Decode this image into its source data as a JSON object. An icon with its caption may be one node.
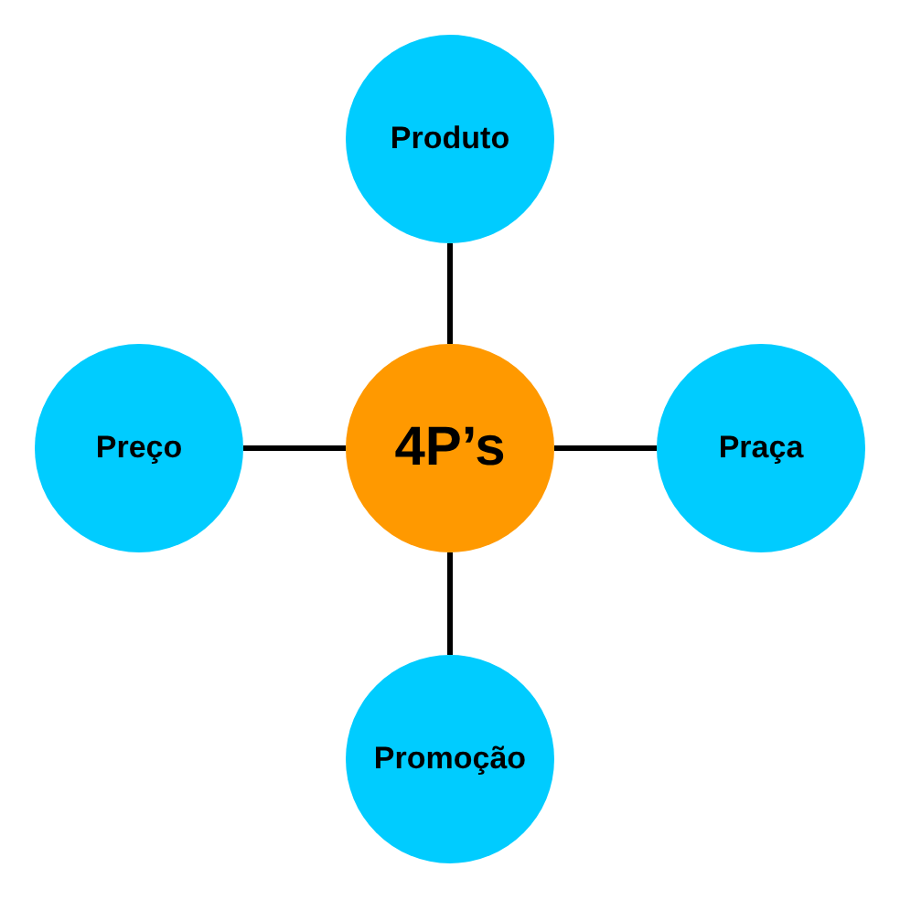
{
  "diagram": {
    "nodes": [
      {
        "text": [
          "Produto"
        ]
      },
      {
        "text": [
          "Preço"
        ]
      },
      {
        "text": [
          "4P’s"
        ]
      },
      {
        "text": [
          "Praça"
        ]
      },
      {
        "text": [
          "Promoção"
        ]
      }
    ],
    "edges": [
      {
        "from": 2,
        "to": 0,
        "arrow": "none"
      },
      {
        "from": 2,
        "to": 1,
        "arrow": "none"
      },
      {
        "from": 2,
        "to": 3,
        "arrow": "none"
      },
      {
        "from": 2,
        "to": 4,
        "arrow": "none"
      }
    ]
  }
}
